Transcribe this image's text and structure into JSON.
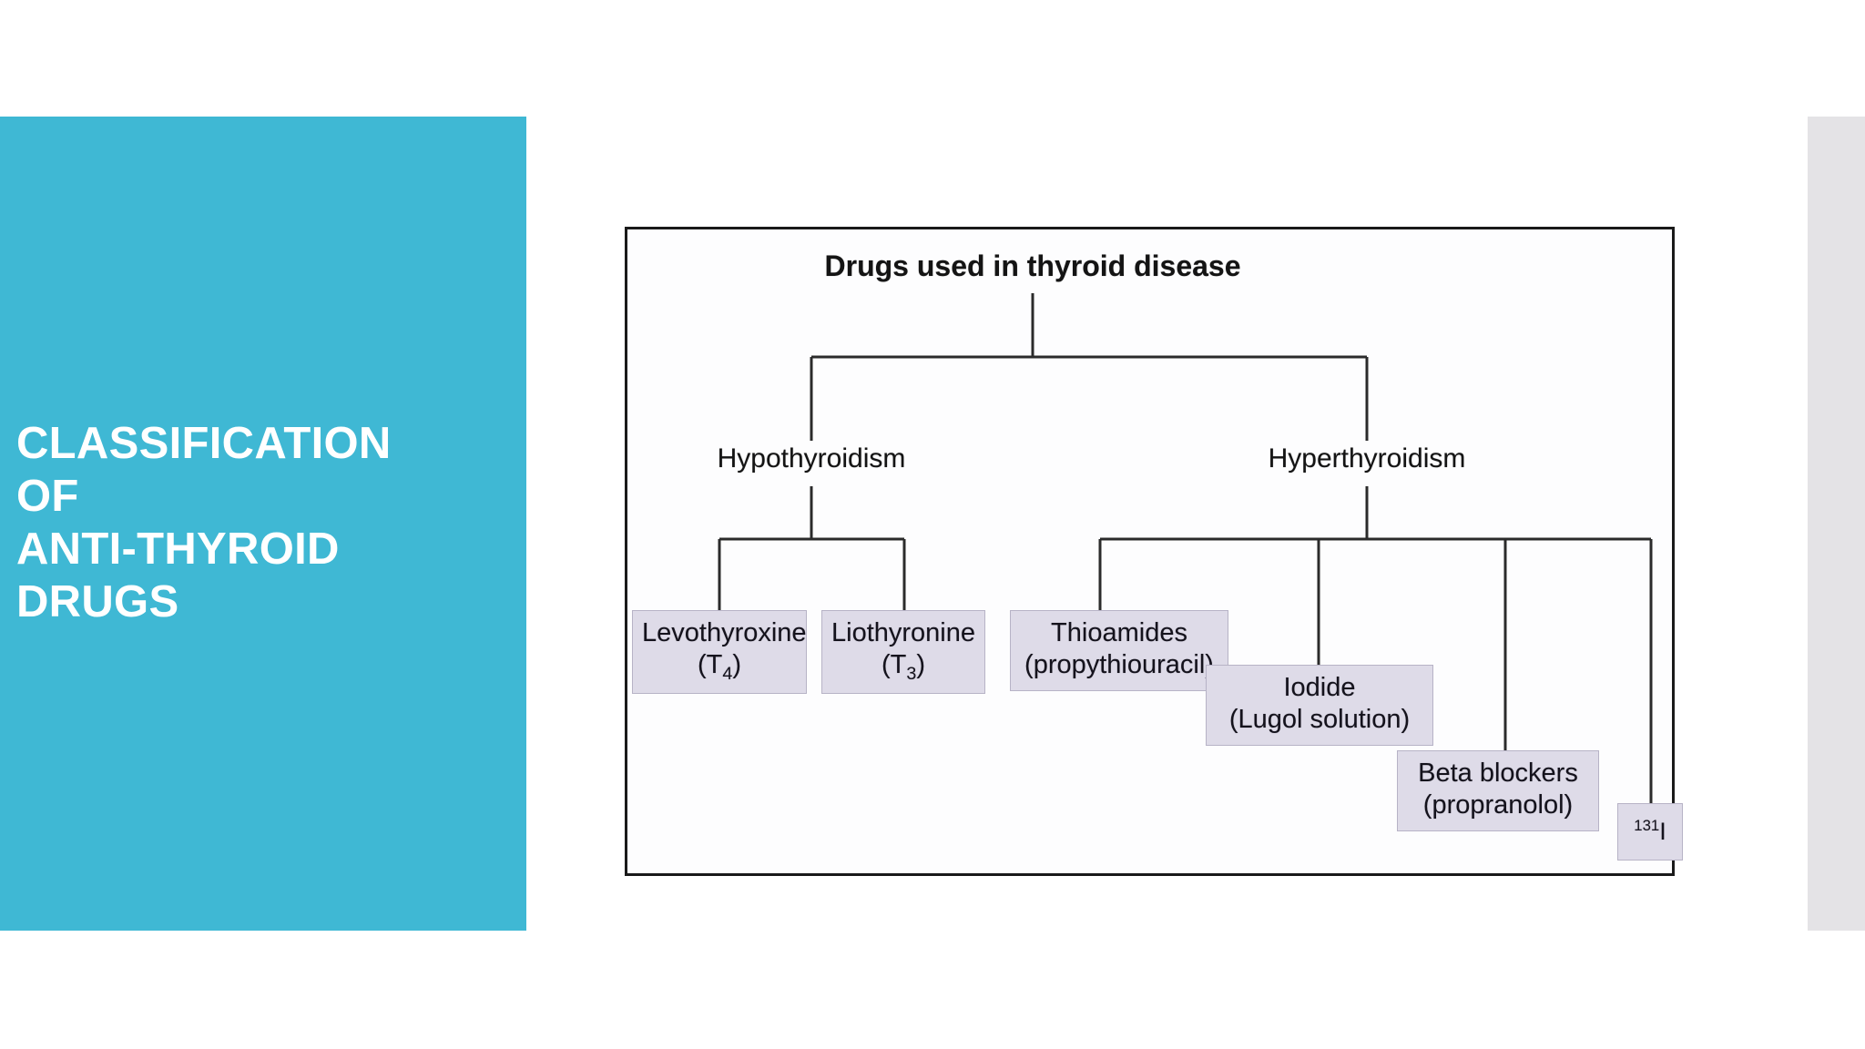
{
  "slide": {
    "title_lines": [
      "CLASSIFICATION",
      "OF",
      "ANTI-THYROID",
      "DRUGS"
    ],
    "accent_color": "#3fb8d4",
    "title_text_color": "#ffffff",
    "strip_color": "#e4e3e6"
  },
  "diagram": {
    "frame_border_color": "#1a1a1a",
    "box_fill_color": "#dedbe8",
    "box_border_color": "#b7b3c6",
    "line_color": "#2b2b2b",
    "root": "Drugs used in thyroid disease",
    "branches": [
      {
        "label": "Hypothyroidism"
      },
      {
        "label": "Hyperthyroidism"
      }
    ],
    "hypothyroidism_drugs": [
      {
        "line1": "Levothyroxine",
        "line2_prefix": "(T",
        "line2_sub": "4",
        "line2_suffix": ")"
      },
      {
        "line1": "Liothyronine",
        "line2_prefix": "(T",
        "line2_sub": "3",
        "line2_suffix": ")"
      }
    ],
    "hyperthyroidism_drugs": [
      {
        "line1": "Thioamides",
        "line2": "(propythiouracil)"
      },
      {
        "line1": "Iodide",
        "line2": "(Lugol solution)"
      },
      {
        "line1": "Beta blockers",
        "line2": "(propranolol)"
      },
      {
        "sup": "131",
        "symbol": "I"
      }
    ]
  }
}
